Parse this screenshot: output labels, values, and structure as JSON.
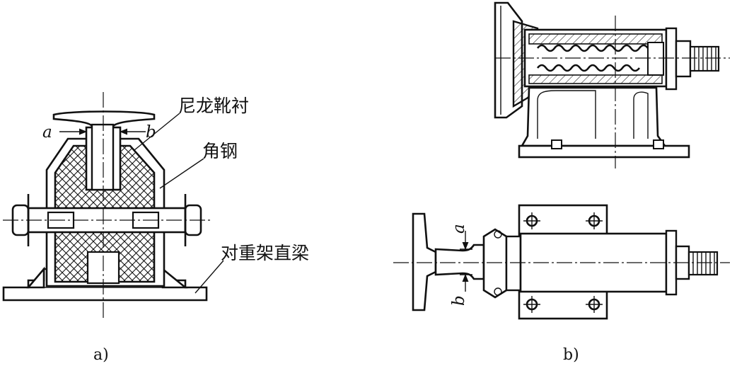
{
  "figure_a": {
    "label_nylon_liner": "尼龙靴衬",
    "label_angle_steel": "角钢",
    "label_beam": "对重架直梁",
    "dim_a": "a",
    "dim_b": "b",
    "caption": "a)"
  },
  "figure_b": {
    "dim_a": "a",
    "dim_b": "b",
    "caption": "b)"
  },
  "colors": {
    "line": "#111111",
    "background": "#ffffff"
  }
}
